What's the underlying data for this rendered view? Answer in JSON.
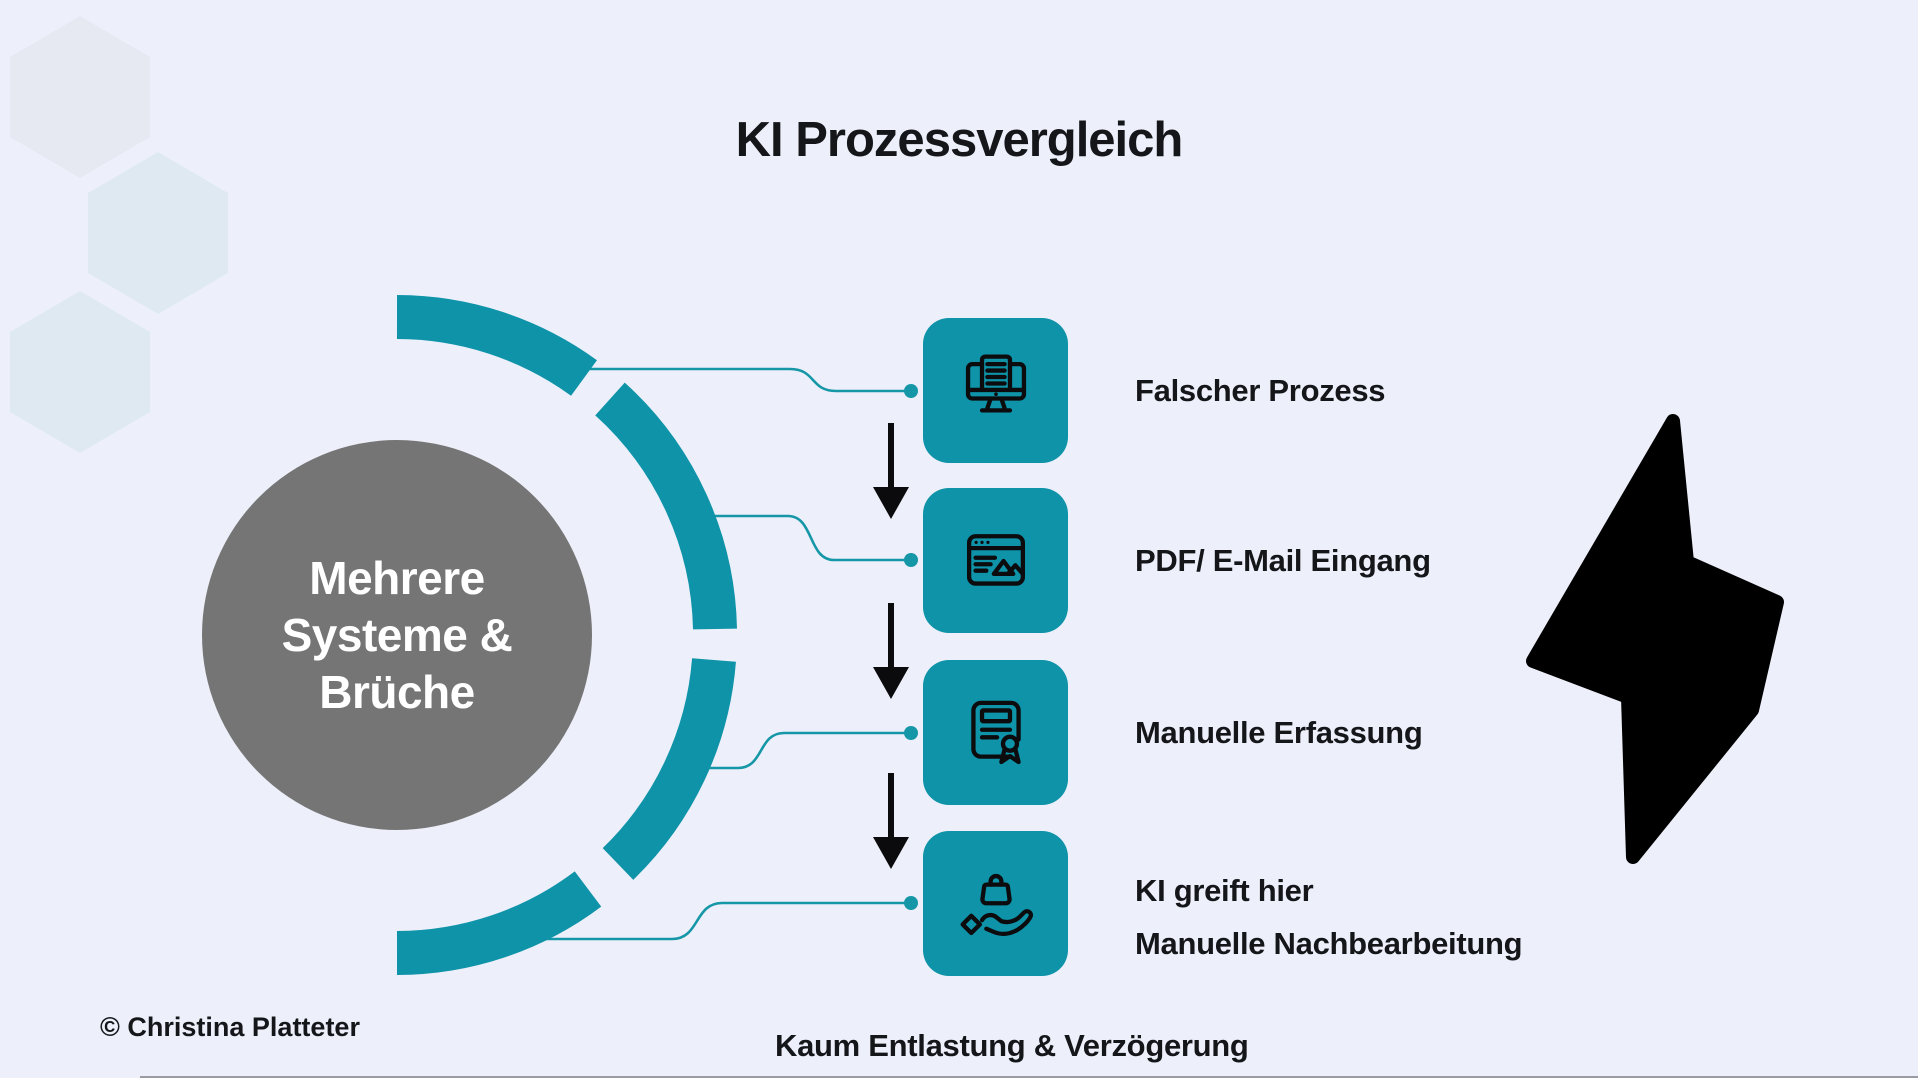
{
  "title": "KI Prozessvergleich",
  "center_circle": {
    "lines": [
      "Mehrere",
      "Systeme &",
      "Brüche"
    ]
  },
  "steps": [
    {
      "label": "Falscher Prozess",
      "icon": "monitor-document-icon"
    },
    {
      "label": "PDF/ E-Mail Eingang",
      "icon": "browser-image-icon"
    },
    {
      "label": "Manuelle Erfassung",
      "icon": "certificate-icon"
    },
    {
      "label": "KI greift hier",
      "label2": "Manuelle Nachbearbeitung",
      "icon": "hand-bag-icon"
    }
  ],
  "footer": {
    "copyright": "© Christina Platteter",
    "caption": "Kaum Entlastung & Verzögerung"
  },
  "colors": {
    "accent_teal": "#0e93a9",
    "connector_teal": "#1697a7",
    "circle_gray": "#757575",
    "text_black": "#15161a",
    "background": "#edf0fa",
    "hexagon_gray": "#e6e8f2",
    "hexagon_blue": "#dfe9f2",
    "bolt_black": "#000000"
  }
}
